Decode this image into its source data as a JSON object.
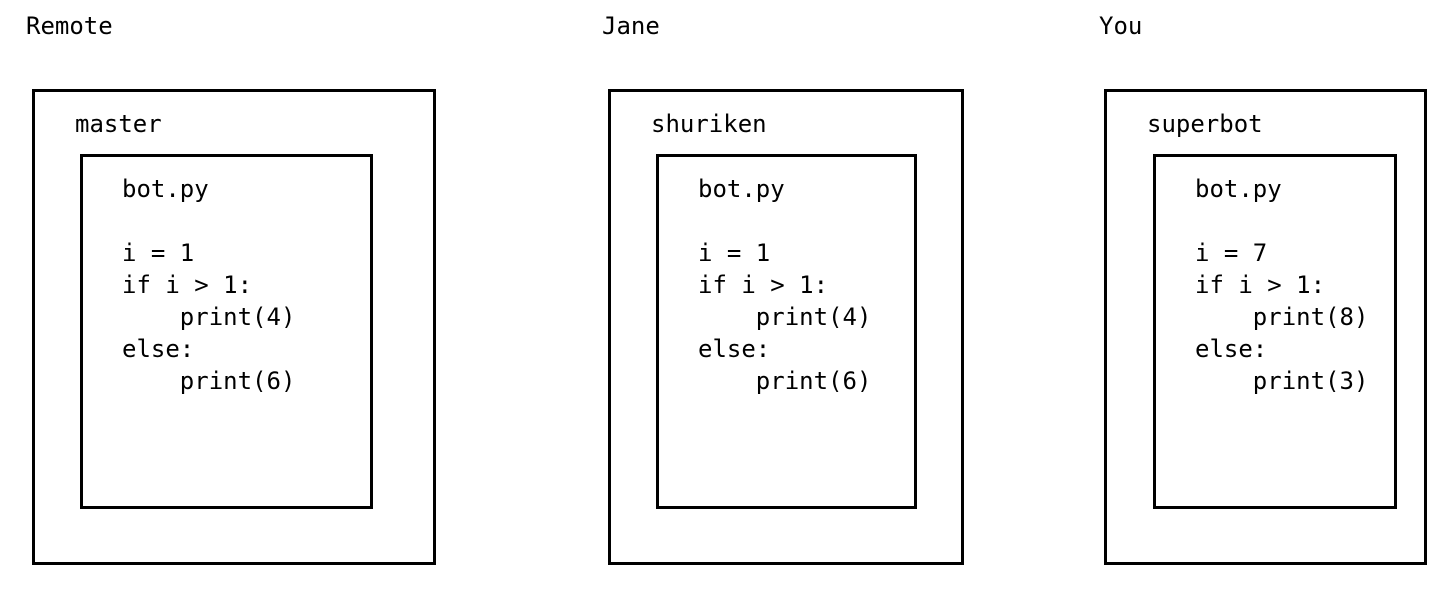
{
  "columns": [
    {
      "heading": "Remote",
      "branch": "master",
      "file": {
        "name": "bot.py",
        "lines": [
          "i = 1",
          "if i > 1:",
          "    print(4)",
          "else:",
          "    print(6)"
        ]
      }
    },
    {
      "heading": "Jane",
      "branch": "shuriken",
      "file": {
        "name": "bot.py",
        "lines": [
          "i = 1",
          "if i > 1:",
          "    print(4)",
          "else:",
          "    print(6)"
        ]
      }
    },
    {
      "heading": "You",
      "branch": "superbot",
      "file": {
        "name": "bot.py",
        "lines": [
          "i = 7",
          "if i > 1:",
          "    print(8)",
          "else:",
          "    print(3)"
        ]
      }
    }
  ]
}
